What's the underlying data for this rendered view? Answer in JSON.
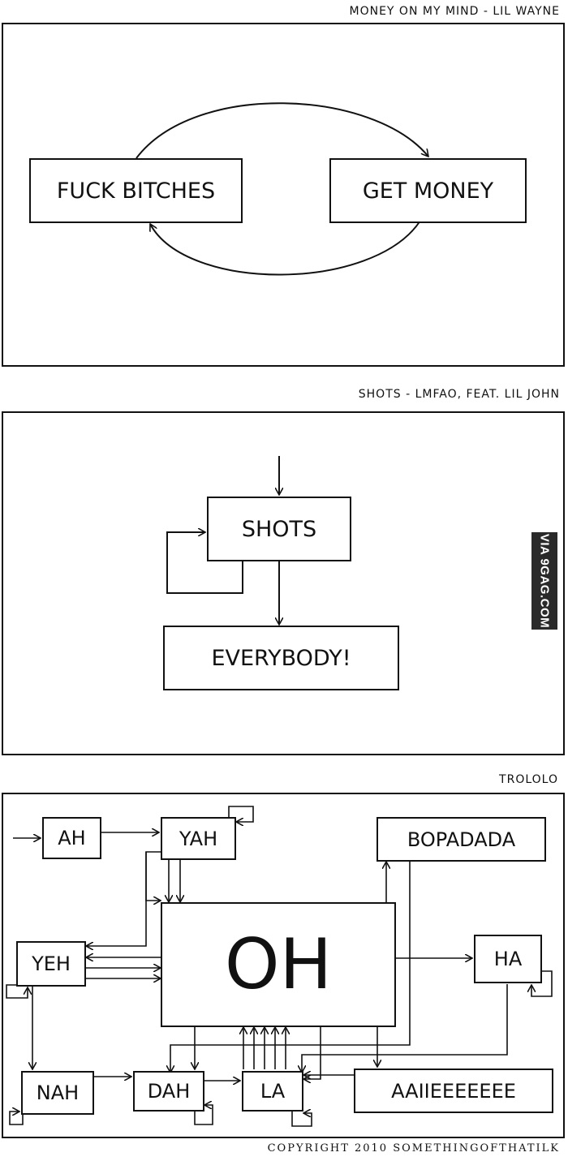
{
  "panel1": {
    "caption": "MONEY ON MY MIND - LIL WAYNE",
    "boxes": {
      "left": "FUCK BITCHES",
      "right": "GET MONEY"
    }
  },
  "panel2": {
    "caption": "SHOTS - LMFAO, FEAT. LIL JOHN",
    "boxes": {
      "top": "SHOTS",
      "bottom": "EVERYBODY!"
    }
  },
  "panel3": {
    "caption": "TROLOLO",
    "boxes": {
      "ah": "AH",
      "yah": "YAH",
      "bopadada": "BOPADADA",
      "yeh": "YEH",
      "oh": "OH",
      "ha": "HA",
      "nah": "NAH",
      "dah": "DAH",
      "la": "LA",
      "aaiieeeeeee": "AAIIEEEEEEE"
    }
  },
  "watermark": "VIA 9GAG.COM",
  "copyright": "COPYRIGHT 2010 SOMETHINGOFTHATILK"
}
